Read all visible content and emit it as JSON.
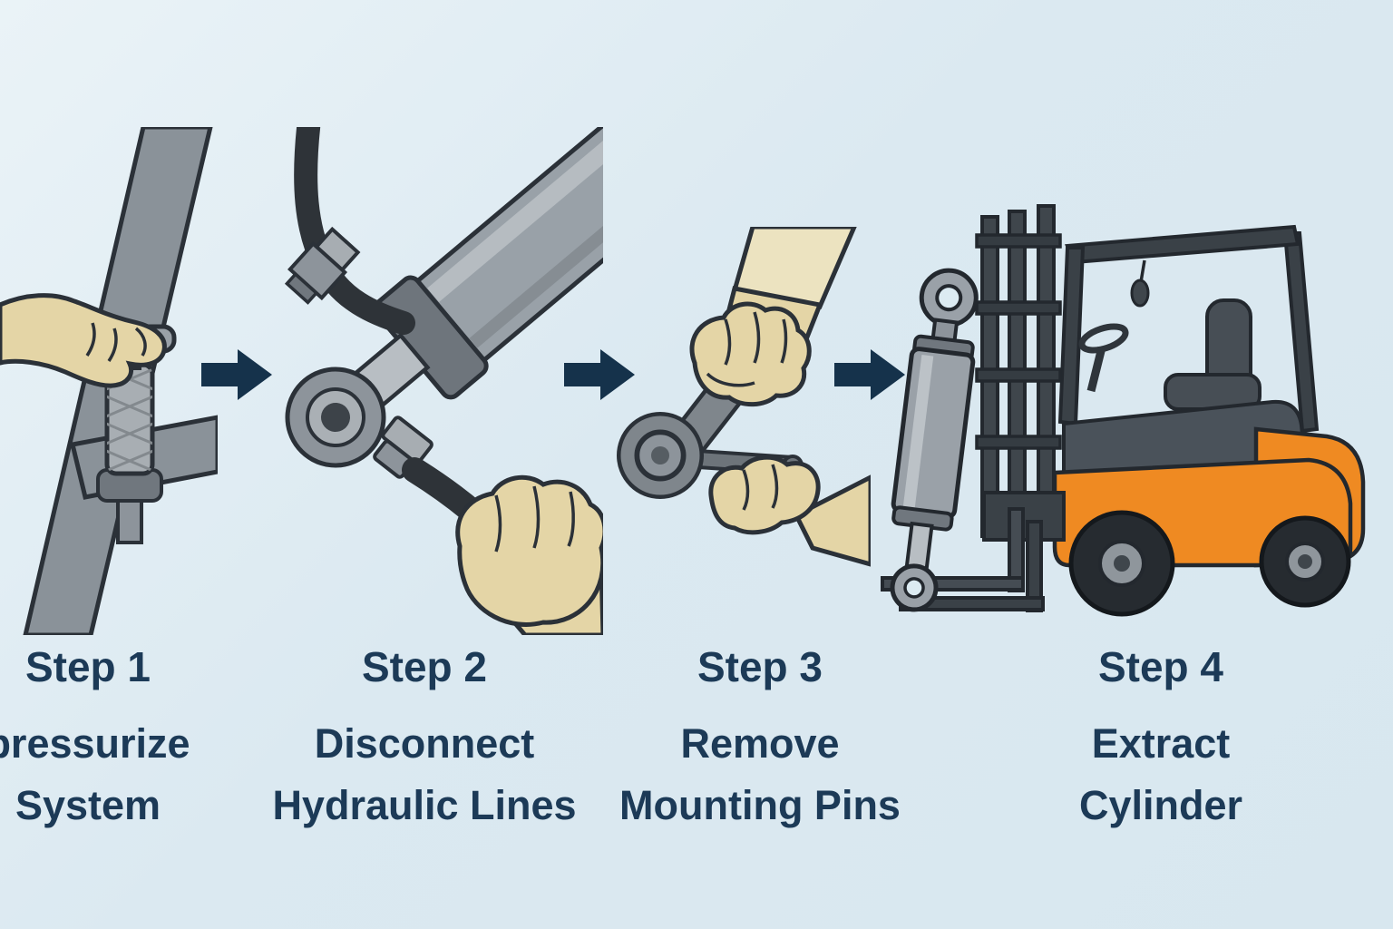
{
  "colors": {
    "background": "#dbe9f1",
    "text": "#1c3a57",
    "arrow": "#15324b",
    "forklift_orange": "#ef8a22",
    "metal_gray": "#99a1a8",
    "dark_metal": "#3f464c",
    "skin": "#e4d5a6",
    "hose_dark": "#2e3338",
    "outline": "#2b3138"
  },
  "steps": [
    {
      "id": 1,
      "title": "Step 1",
      "line1": "pressurize",
      "line2": "System",
      "illustration": "hand-turning-depressurize-valve"
    },
    {
      "id": 2,
      "title": "Step 2",
      "line1": "Disconnect",
      "line2": "Hydraulic Lines",
      "illustration": "hands-disconnecting-hydraulic-hose-from-cylinder"
    },
    {
      "id": 3,
      "title": "Step 3",
      "line1": "Remove",
      "line2": "Mounting Pins",
      "illustration": "hands-with-wrench-removing-mounting-pin"
    },
    {
      "id": 4,
      "title": "Step 4",
      "line1": "Extract",
      "line2": "Cylinder",
      "illustration": "forklift-with-extracted-hydraulic-cylinder"
    }
  ],
  "arrows": [
    {
      "name": "arrow-step1-to-step2"
    },
    {
      "name": "arrow-step2-to-step3"
    },
    {
      "name": "arrow-step3-to-step4"
    }
  ]
}
